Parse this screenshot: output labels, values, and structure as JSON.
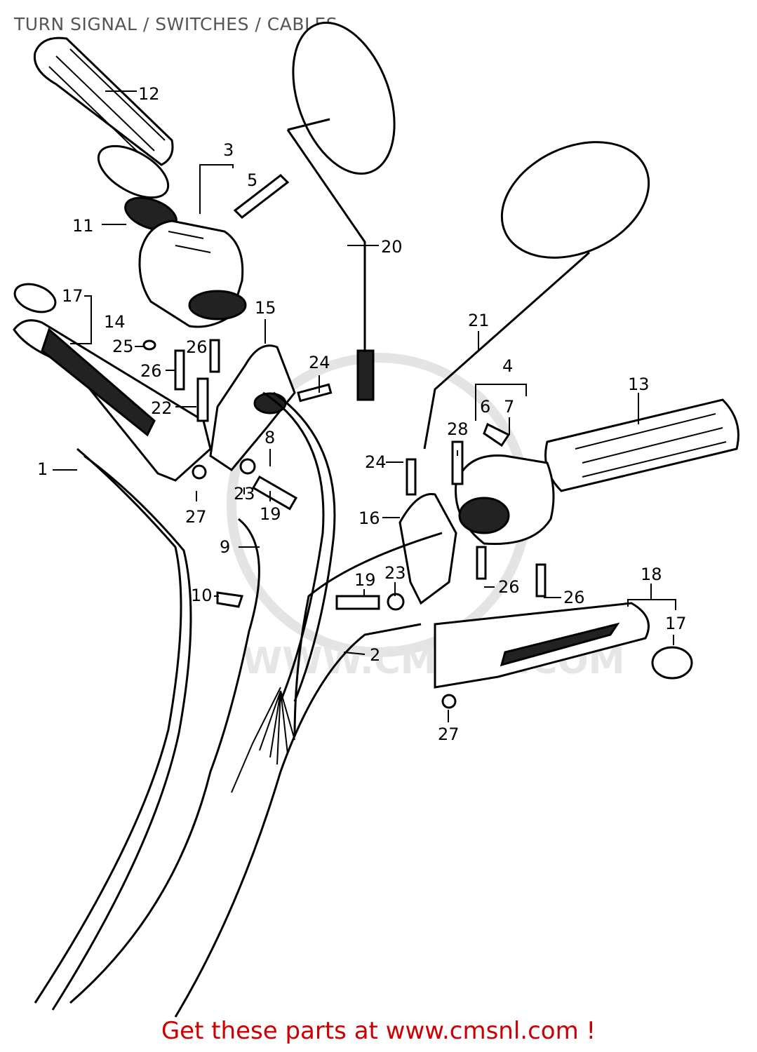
{
  "header": {
    "title": "TURN SIGNAL / SWITCHES /  CABLES"
  },
  "footer": {
    "text": "Get these parts at www.cmsnl.com !"
  },
  "watermark": {
    "text": "WWW.CMSNL.COM"
  },
  "colors": {
    "title": "#555555",
    "footer": "#cc0000",
    "line": "#000000",
    "watermark": "#e4e4e4"
  },
  "callouts": [
    {
      "id": "c12",
      "label": "12"
    },
    {
      "id": "c3",
      "label": "3"
    },
    {
      "id": "c5",
      "label": "5"
    },
    {
      "id": "c11",
      "label": "11"
    },
    {
      "id": "c20",
      "label": "20"
    },
    {
      "id": "c17a",
      "label": "17"
    },
    {
      "id": "c14",
      "label": "14"
    },
    {
      "id": "c15",
      "label": "15"
    },
    {
      "id": "c25",
      "label": "25"
    },
    {
      "id": "c26a",
      "label": "26"
    },
    {
      "id": "c26b",
      "label": "26"
    },
    {
      "id": "c24a",
      "label": "24"
    },
    {
      "id": "c21",
      "label": "21"
    },
    {
      "id": "c4",
      "label": "4"
    },
    {
      "id": "c13",
      "label": "13"
    },
    {
      "id": "c22",
      "label": "22"
    },
    {
      "id": "c6",
      "label": "6"
    },
    {
      "id": "c7",
      "label": "7"
    },
    {
      "id": "c8",
      "label": "8"
    },
    {
      "id": "c28",
      "label": "28"
    },
    {
      "id": "c24b",
      "label": "24"
    },
    {
      "id": "c1",
      "label": "1"
    },
    {
      "id": "c23a",
      "label": "23"
    },
    {
      "id": "c19a",
      "label": "19"
    },
    {
      "id": "c27a",
      "label": "27"
    },
    {
      "id": "c16",
      "label": "16"
    },
    {
      "id": "c9",
      "label": "9"
    },
    {
      "id": "c23b",
      "label": "23"
    },
    {
      "id": "c19b",
      "label": "19"
    },
    {
      "id": "c26c",
      "label": "26"
    },
    {
      "id": "c26d",
      "label": "26"
    },
    {
      "id": "c18",
      "label": "18"
    },
    {
      "id": "c10",
      "label": "10"
    },
    {
      "id": "c17b",
      "label": "17"
    },
    {
      "id": "c2",
      "label": "2"
    },
    {
      "id": "c27b",
      "label": "27"
    }
  ]
}
